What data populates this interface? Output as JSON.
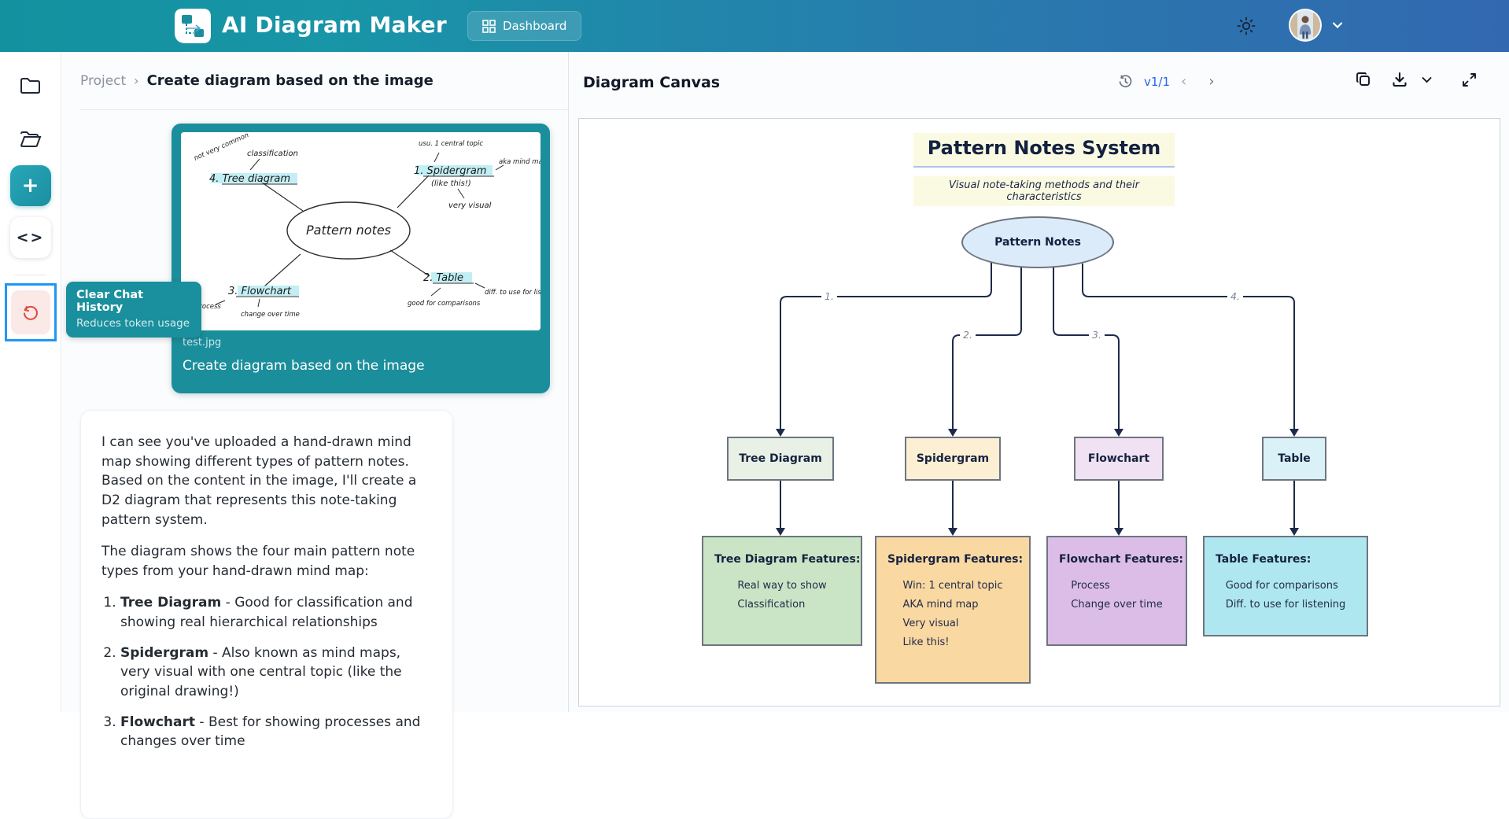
{
  "header": {
    "app_title": "AI Diagram Maker",
    "dashboard_label": "Dashboard"
  },
  "icons": {
    "logo": "diagram-logo-icon",
    "theme": "sun-icon",
    "user_menu": "chevron-down-icon",
    "sidebar": [
      "folder-icon",
      "folder-open-icon",
      "plus-icon",
      "code-icon",
      "undo-icon"
    ],
    "canvas_toolbar": [
      "history-icon",
      "chevron-left-icon",
      "chevron-right-icon",
      "copy-icon",
      "download-icon",
      "chevron-down-icon",
      "expand-icon"
    ]
  },
  "colors": {
    "header_teal": "#13919f",
    "header_blue": "#3268b0",
    "accent_teal": "#1b8e9c",
    "version_blue": "#2563eb",
    "undo_red": "#e2483d",
    "highlight_blue_border": "#2196f3",
    "edge_navy": "#1e2a4a",
    "title_highlight": "#fafae3",
    "node_tree": "#e9f1e6",
    "node_spidergram": "#fcefd4",
    "node_flowchart": "#f0e1f3",
    "node_table": "#d9f1f7",
    "feature_tree": "#c9e5c6",
    "feature_spidergram": "#fad8a2",
    "feature_flowchart": "#dcbde8",
    "feature_table": "#aee7f0"
  },
  "sidebar": {
    "tooltip": {
      "title": "Clear Chat History",
      "subtitle": "Reduces token usage"
    }
  },
  "chat": {
    "breadcrumb": {
      "project": "Project",
      "separator": "›",
      "page": "Create diagram based on the image"
    },
    "user_message": {
      "filename": "test.jpg",
      "text": "Create diagram based on the image",
      "sketch": {
        "center": "Pattern notes",
        "tree_label": "4. Tree diagram",
        "tree_note1": "not very common",
        "tree_note2": "classification",
        "spider_label": "1. Spidergram",
        "spider_sub": "(like this!)",
        "spider_note1": "usu. 1 central topic",
        "spider_note2": "aka mind map",
        "spider_note3": "very visual",
        "flow_label": "3. Flowchart",
        "flow_note1": "process",
        "flow_note2": "change over time",
        "table_label": "2. Table",
        "table_note1": "good for comparisons",
        "table_note2": "diff. to use for listen'g"
      }
    },
    "assistant_message": {
      "p1": "I can see you've uploaded a hand-drawn mind map showing different types of pattern notes. Based on the content in the image, I'll create a D2 diagram that represents this note-taking pattern system.",
      "p2": "The diagram shows the four main pattern note types from your hand-drawn mind map:",
      "items": [
        {
          "term": "Tree Diagram",
          "desc": " - Good for classification and showing real hierarchical relationships"
        },
        {
          "term": "Spidergram",
          "desc": " - Also known as mind maps, very visual with one central topic (like the original drawing!)"
        },
        {
          "term": "Flowchart",
          "desc": " - Best for showing processes and changes over time"
        }
      ]
    }
  },
  "canvas_panel": {
    "title": "Diagram Canvas",
    "version_label": "v1/1",
    "prev": "‹",
    "next": "›"
  },
  "diagram": {
    "title": "Pattern Notes System",
    "subtitle": "Visual note-taking methods and their characteristics",
    "root": "Pattern Notes",
    "edge_labels": [
      "1.",
      "2.",
      "3.",
      "4."
    ],
    "nodes": [
      {
        "label": "Tree Diagram",
        "feature_title": "Tree Diagram Features:",
        "features": [
          "Real way to show",
          "Classification"
        ]
      },
      {
        "label": "Spidergram",
        "feature_title": "Spidergram Features:",
        "features": [
          "Win: 1 central topic",
          "AKA mind map",
          "Very visual",
          "Like this!"
        ]
      },
      {
        "label": "Flowchart",
        "feature_title": "Flowchart Features:",
        "features": [
          "Process",
          "Change over time"
        ]
      },
      {
        "label": "Table",
        "feature_title": "Table Features:",
        "features": [
          "Good for comparisons",
          "Diff. to use for listening"
        ]
      }
    ]
  }
}
